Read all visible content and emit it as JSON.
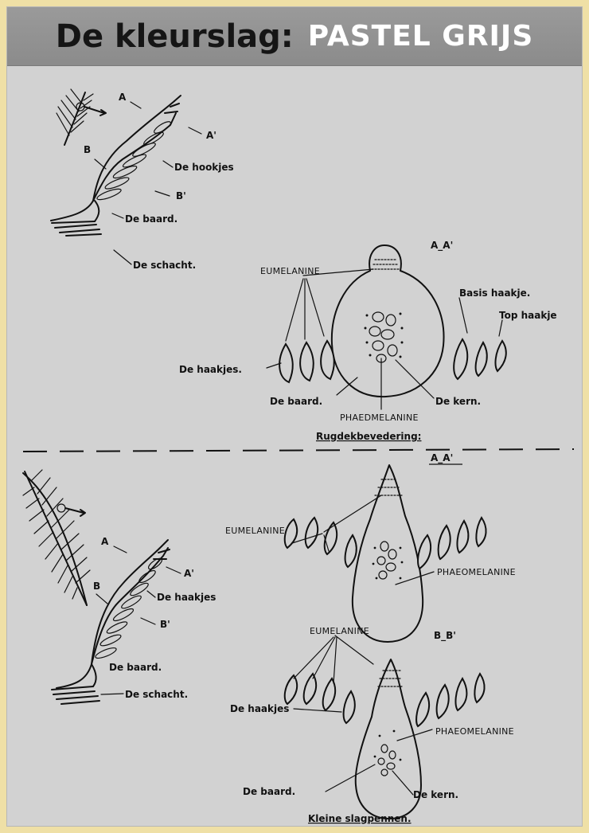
{
  "header": {
    "title_dark": "De kleurslag:",
    "title_light": "PASTEL GRIJS"
  },
  "top": {
    "feather_labels": {
      "a": "A",
      "a_prime": "A'",
      "b": "B",
      "b_prime": "B'",
      "hooks": "De hookjes",
      "barb": "De baard.",
      "shaft": "De schacht."
    },
    "section_label": "A_A'",
    "eumelanine": "EUMELANINE",
    "basis_hook": "Basis haakje.",
    "top_hook": "Top haakje",
    "hooks_left": "De haakjes.",
    "barb": "De baard.",
    "kern": "De kern.",
    "phaeomelanine": "PHAEDMELANINE",
    "caption": "Rugdekbevedering:"
  },
  "bottom": {
    "feather_labels": {
      "a": "A",
      "a_prime": "A'",
      "b": "B",
      "b_prime": "B'",
      "hooks": "De haakjes",
      "barb": "De baard.",
      "shaft": "De schacht."
    },
    "section_aa": "A_A'",
    "eumelanine_1": "EUMELANINE",
    "phaeomelanine_1": "PHAEOMELANINE",
    "eumelanine_2": "EUMELANINE",
    "section_bb": "B_B'",
    "hooks": "De haakjes",
    "phaeomelanine_2": "PHAEOMELANINE",
    "barb": "De baard.",
    "kern": "De kern.",
    "caption": "Kleine slagpennen."
  },
  "colors": {
    "banner": "#8f8f8f",
    "panel": "#d2d2d2",
    "page": "#efe0a6",
    "ink": "#111111"
  }
}
